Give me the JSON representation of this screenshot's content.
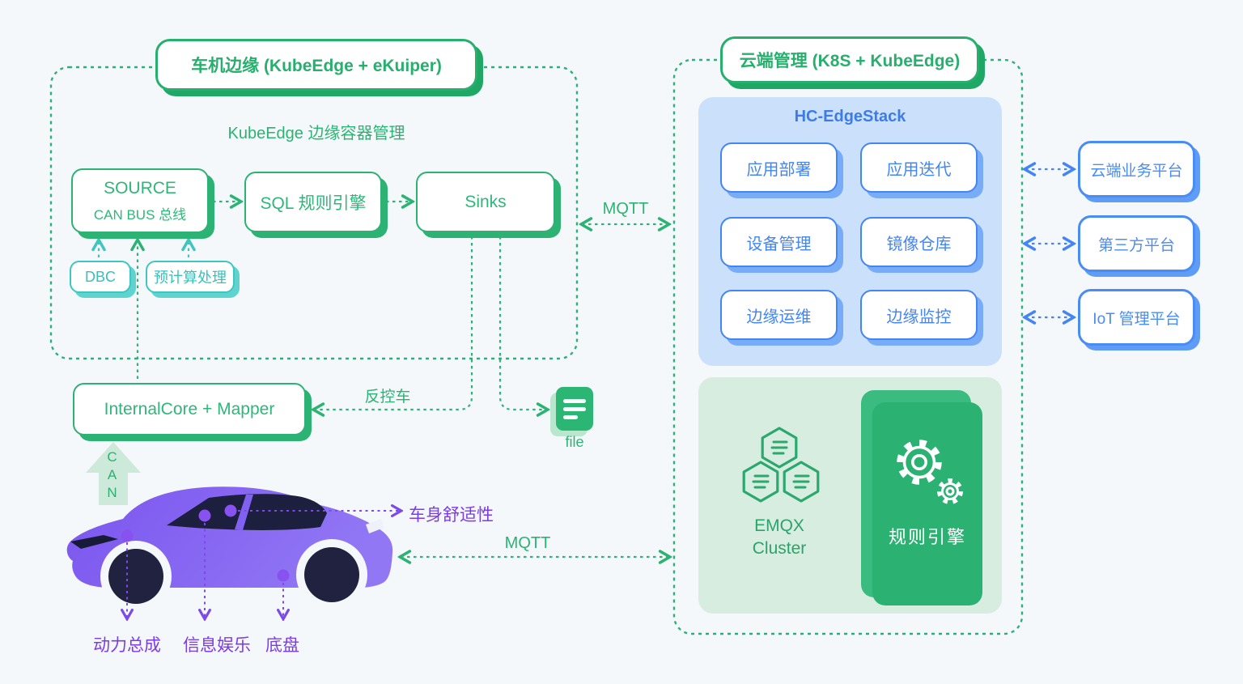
{
  "edge": {
    "title": "车机边缘 (KubeEdge + eKuiper)",
    "subtitle": "KubeEdge 边缘容器管理",
    "source": {
      "line1": "SOURCE",
      "line2": "CAN BUS 总线"
    },
    "sql_label": "SQL 规则引擎",
    "sinks_label": "Sinks",
    "dbc_label": "DBC",
    "precompute_label": "预计算处理",
    "internal_core_label": "InternalCore + Mapper",
    "reverse_control_label": "反控车",
    "file_label": "file",
    "can_label": "CAN",
    "mqtt_label": "MQTT"
  },
  "cloud": {
    "title": "云端管理 (K8S + KubeEdge)",
    "stack": {
      "title": "HC-EdgeStack",
      "modules": [
        "应用部署",
        "应用迭代",
        "设备管理",
        "镜像仓库",
        "边缘运维",
        "边缘监控"
      ]
    },
    "emqx": {
      "line1": "EMQX",
      "line2": "Cluster"
    },
    "rule_engine_label": "规则引擎",
    "mqtt_label": "MQTT"
  },
  "platforms": [
    "云端业务平台",
    "第三方平台",
    "IoT 管理平台"
  ],
  "vehicle": {
    "comfort_label": "车身舒适性",
    "powertrain_label": "动力总成",
    "infotainment_label": "信息娱乐",
    "chassis_label": "底盘"
  },
  "colors": {
    "green": "#2cb374",
    "cyan": "#3ec6c2",
    "blue": "#4385f4",
    "purple": "#7c3aed",
    "car_purple": "#8161f1",
    "panel_blue": "#cbe1fb",
    "panel_green": "#d7ede0"
  }
}
